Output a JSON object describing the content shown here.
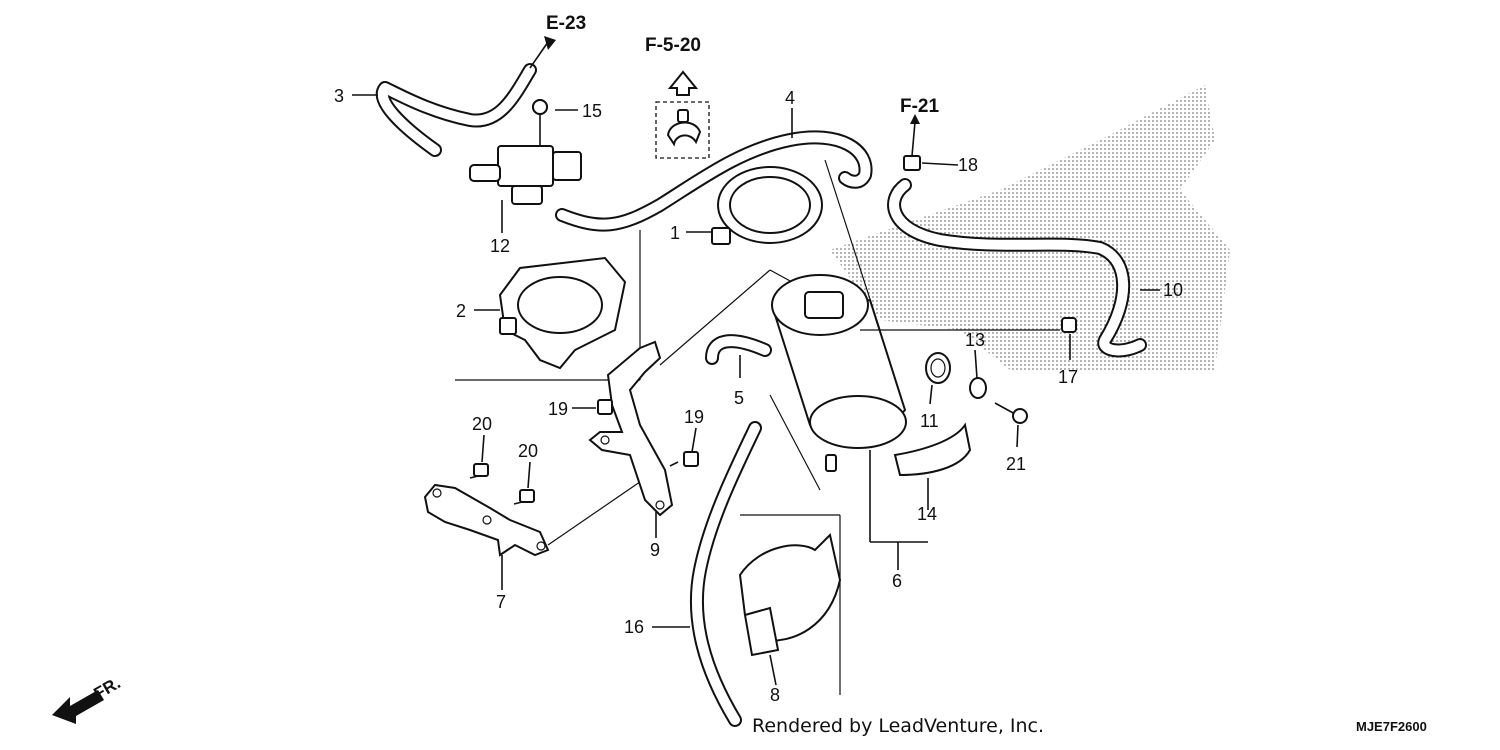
{
  "callouts": [
    {
      "id": "c1",
      "label": "1"
    },
    {
      "id": "c2",
      "label": "2"
    },
    {
      "id": "c3",
      "label": "3"
    },
    {
      "id": "c4",
      "label": "4"
    },
    {
      "id": "c5",
      "label": "5"
    },
    {
      "id": "c6",
      "label": "6"
    },
    {
      "id": "c7",
      "label": "7"
    },
    {
      "id": "c8",
      "label": "8"
    },
    {
      "id": "c9",
      "label": "9"
    },
    {
      "id": "c10",
      "label": "10"
    },
    {
      "id": "c11",
      "label": "11"
    },
    {
      "id": "c12",
      "label": "12"
    },
    {
      "id": "c13",
      "label": "13"
    },
    {
      "id": "c14",
      "label": "14"
    },
    {
      "id": "c15",
      "label": "15"
    },
    {
      "id": "c16",
      "label": "16"
    },
    {
      "id": "c17",
      "label": "17"
    },
    {
      "id": "c18",
      "label": "18"
    },
    {
      "id": "c19a",
      "label": "19"
    },
    {
      "id": "c19b",
      "label": "19"
    },
    {
      "id": "c20a",
      "label": "20"
    },
    {
      "id": "c20b",
      "label": "20"
    },
    {
      "id": "c21",
      "label": "21"
    }
  ],
  "references": {
    "e23": "E-23",
    "f520": "F-5-20",
    "f21": "F-21"
  },
  "front_label": "FR.",
  "credit": "Rendered by LeadVenture, Inc.",
  "diagram_code": "MJE7F2600"
}
